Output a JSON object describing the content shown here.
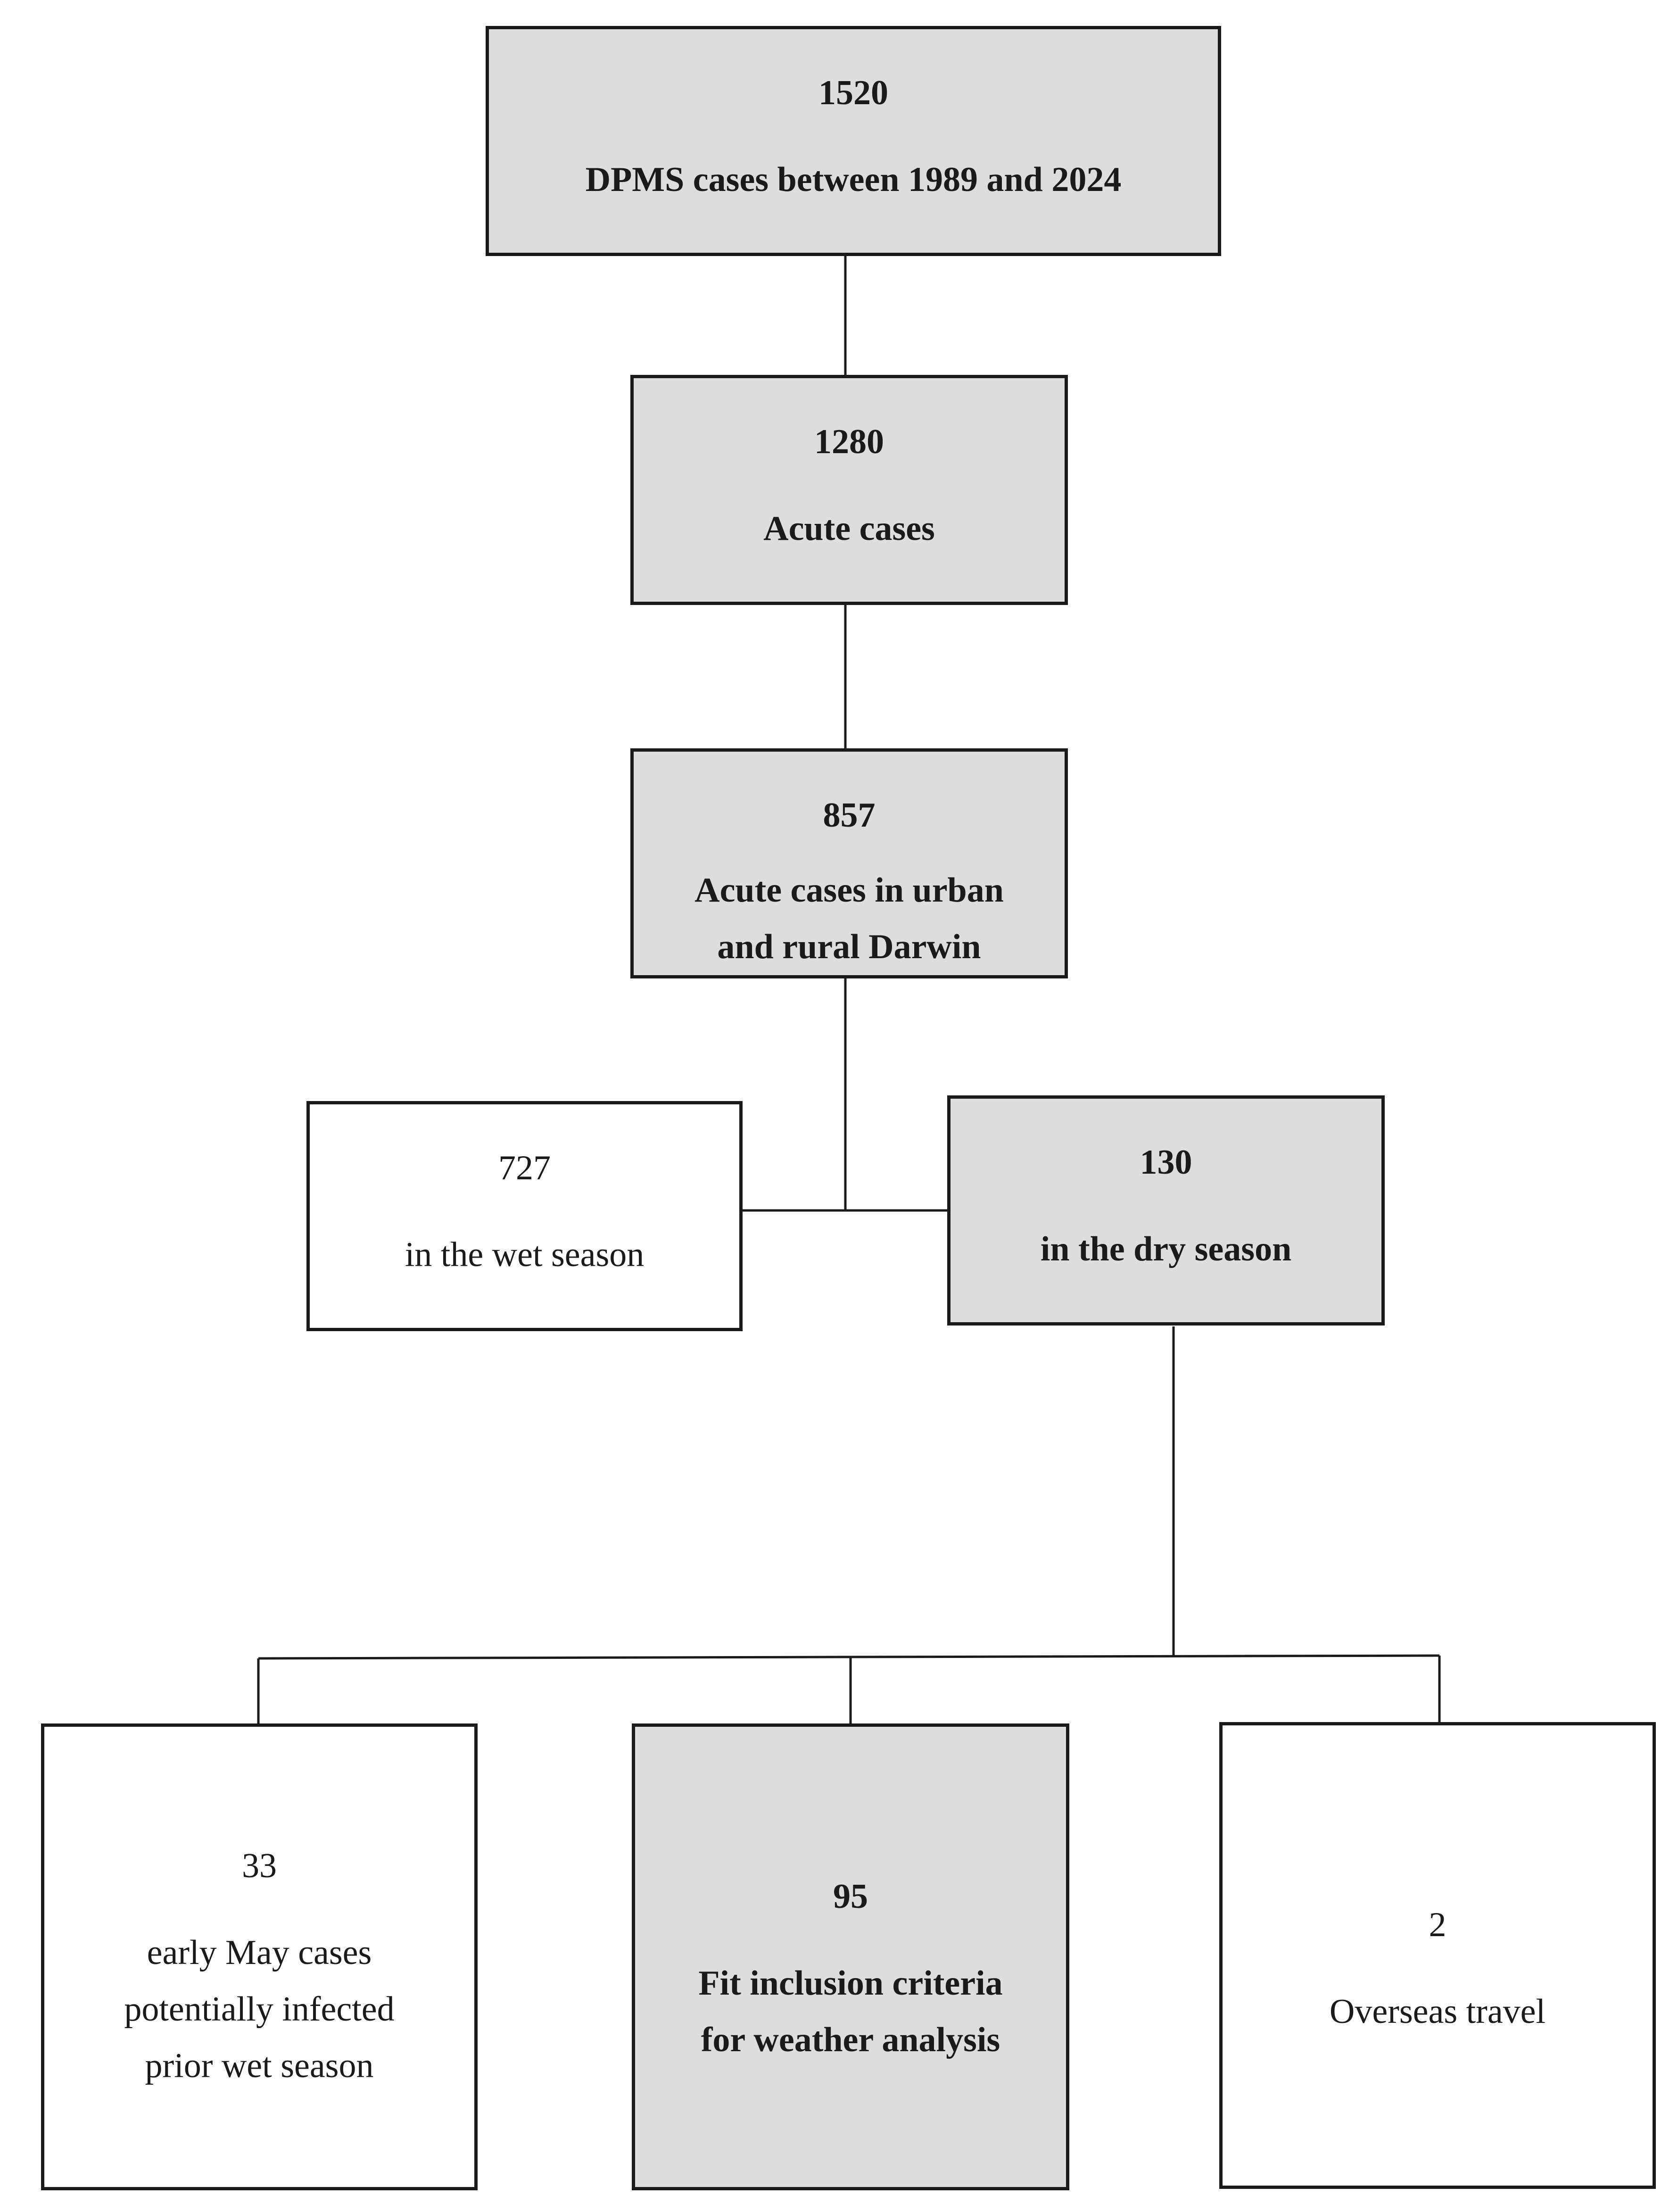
{
  "nodes": {
    "total": {
      "count": "1520",
      "label": "DPMS cases between 1989 and 2024"
    },
    "acute": {
      "count": "1280",
      "label": "Acute cases"
    },
    "darwin": {
      "count": "857",
      "label": "Acute cases in urban\nand rural Darwin"
    },
    "wet": {
      "count": "727",
      "label": "in the wet season"
    },
    "dry": {
      "count": "130",
      "label": "in the dry season"
    },
    "may": {
      "count": "33",
      "label": "early May cases\npotentially infected\nprior wet season"
    },
    "fit": {
      "count": "95",
      "label": "Fit inclusion criteria\nfor weather analysis"
    },
    "overseas": {
      "count": "2",
      "label": "Overseas travel"
    }
  },
  "colors": {
    "shaded_fill": "#dcdddc",
    "plain_fill": "#ffffff",
    "stroke": "#1a1a1a"
  }
}
